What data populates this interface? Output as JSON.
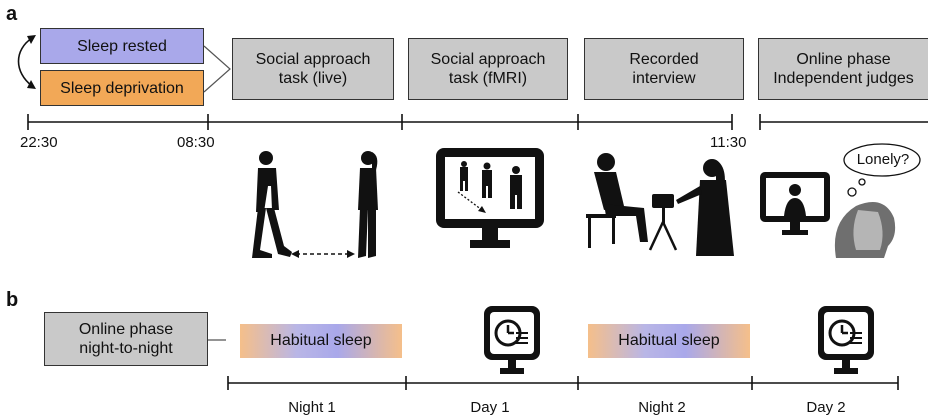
{
  "panel_a": {
    "letter": "a",
    "conditions": {
      "rested": "Sleep rested",
      "deprivation": "Sleep deprivation"
    },
    "tasks": [
      {
        "line1": "Social approach",
        "line2": "task (live)"
      },
      {
        "line1": "Social approach",
        "line2": "task (fMRI)"
      },
      {
        "line1": "Recorded",
        "line2": "interview"
      },
      {
        "line1": "Online phase",
        "line2": "Independent judges"
      }
    ],
    "times": [
      "22:30",
      "08:30",
      "11:30"
    ],
    "thought_bubble": "Lonely?"
  },
  "panel_b": {
    "letter": "b",
    "online_box": {
      "line1": "Online phase",
      "line2": "night-to-night"
    },
    "sleep_label": "Habitual sleep",
    "periods": [
      "Night 1",
      "Day 1",
      "Night 2",
      "Day 2"
    ]
  },
  "colors": {
    "task_box": "#c9c9c9",
    "rested": "#a9a8ea",
    "deprivation": "#f2a857",
    "silhouette": "#111111"
  },
  "icons": [
    "walking-person-icon",
    "standing-person-icon",
    "monitor-icon",
    "seated-person-icon",
    "camera-person-icon",
    "clock-list-icon",
    "thinking-head-icon"
  ]
}
